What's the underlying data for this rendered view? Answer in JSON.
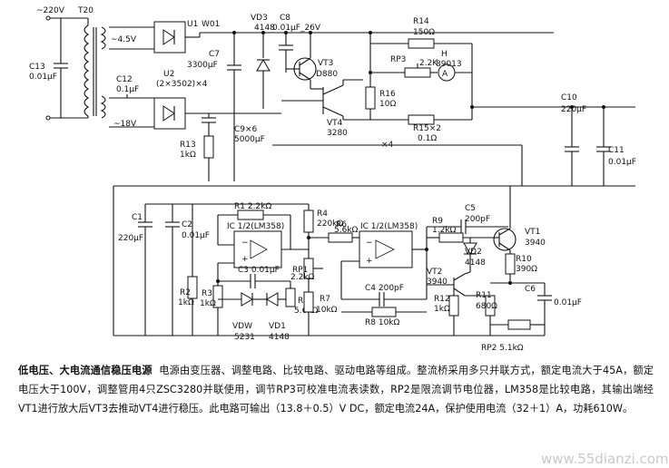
{
  "labels": {
    "ac_input": "~220V",
    "t20": "T20",
    "c13": "C13",
    "c13_val": "0.01μF",
    "v45": "~4.5V",
    "v18": "~18V",
    "u1": "U1",
    "w01": "W01",
    "vd3": "VD3",
    "vd3_val": "4148",
    "c8": "C8",
    "c8_val": "0.01μF_26V",
    "c7": "C7",
    "c7_val": "3300μF",
    "c12": "C12",
    "c12_val": "0.1μF",
    "u2": "U2",
    "u2_val": "(2×3502)×4",
    "vt3": "VT3",
    "vt3_val": "D880",
    "r14": "R14",
    "r14_val": "150Ω",
    "rp3": "RP3",
    "rp3_val": "2.2K",
    "h": "H",
    "h_val": "89013",
    "r16": "R16",
    "r16_val": "10Ω",
    "vt4": "VT4",
    "vt4_val": "3280",
    "r15": "R15×2",
    "r15_val": "0.1Ω",
    "x4": "×4",
    "c9": "C9×6",
    "c9_val": "5000μF",
    "r13": "R13",
    "r13_val": "1kΩ",
    "c10": "C10",
    "c10_val": "220μF",
    "c11": "C11",
    "c11_val": "0.01μF",
    "c1": "C1",
    "c1_val": "220μF",
    "c2": "C2",
    "c2_val": "0.01μF",
    "r1": "R1 2.2kΩ",
    "ic1a": "IC 1/2(LM358)",
    "r4": "R4",
    "r4_val": "220kΩ",
    "r6": "R6",
    "r6_val": "5.6kΩ",
    "ic1b": "IC 1/2(LM358)",
    "c5": "C5",
    "c5_val": "200pF",
    "r9": "R9",
    "r9_val": "1.2kΩ",
    "vd2": "VD2",
    "vd2_val": "4148",
    "vt1": "VT1",
    "vt1_val": "3940",
    "r10": "R10",
    "r10_val": "390Ω",
    "c3": "C3 0.01μF",
    "rp1": "RP1",
    "rp1_val": "2.2kΩ",
    "r2": "R2",
    "r2_val": "1kΩ",
    "r3": "R3",
    "r3_val": "1kΩ",
    "r5": "R5",
    "r5_val": "5.6kΩ",
    "r7": "R7",
    "r7_val": "10kΩ",
    "c4": "C4 200pF",
    "r8": "R8 10kΩ",
    "vt2": "VT2",
    "vt2_val": "3940",
    "r12": "R12",
    "r12_val": "1kΩ",
    "r11": "R11",
    "r11_val": "680Ω",
    "c6": "C6",
    "c6_val": "0.01μF",
    "rp2": "RP2 5.1kΩ",
    "vdw": "VDW",
    "vdw_val": "5231",
    "vd1": "VD1",
    "vd1_val": "4148"
  },
  "caption": {
    "title": "低电压、大电流通信稳压电源",
    "body": "电源由变压器、调整电路、比较电路、驱动电路等组成。整流桥采用多只并联方式，额定电流大于45A，额定电压大于100V，调整管用4只ZSC3280并联使用，调节RP3可校准电流表读数，RP2是限流调节电位器，LM358是比较电路，其输出端经VT1进行放大后VT3去推动VT4进行稳压。此电路可输出（13.8＋0.5）V DC，额定电流24A，保护使用电流（32＋1）A，功耗610W。"
  },
  "watermark": "www.55dianzi.com"
}
